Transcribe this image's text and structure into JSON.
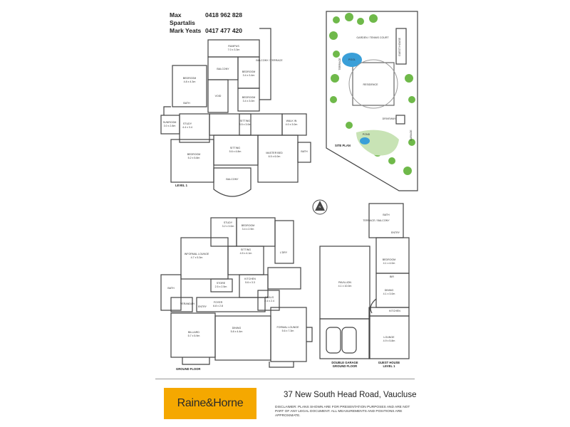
{
  "contacts": [
    {
      "name": "Max Spartalis",
      "phone": "0418 962 828"
    },
    {
      "name": "Mark Yeats",
      "phone": "0417 477 420"
    }
  ],
  "labels": {
    "level1": "LEVEL 1",
    "ground_floor": "GROUND FLOOR",
    "double_garage_1": "DOUBLE GARAGE",
    "double_garage_2": "GROUND FLOOR",
    "guest_house_1": "GUEST HOUSE",
    "guest_house_2": "LEVEL 1",
    "site_plan": "SITE PLAN"
  },
  "rooms_level1": [
    {
      "name": "RUMPUS",
      "size": "7.0 x 3.3m"
    },
    {
      "name": "BALCONY / TERRACE",
      "size": ""
    },
    {
      "name": "BALCONY",
      "size": ""
    },
    {
      "name": "BEDROOM",
      "size": "4.8 x 4.3m"
    },
    {
      "name": "BEDROOM",
      "size": "3.4 x 3.4m"
    },
    {
      "name": "BEDROOM",
      "size": "3.4 x 3.0m"
    },
    {
      "name": "VOID",
      "size": ""
    },
    {
      "name": "BATH",
      "size": ""
    },
    {
      "name": "SITTING",
      "size": "3.5 x 3.0m"
    },
    {
      "name": "WALK IN",
      "size": "4.0 x 3.0m"
    },
    {
      "name": "SUNROOM",
      "size": "3.0 x 2.8m"
    },
    {
      "name": "STUDY",
      "size": "4.4 x 3.4"
    },
    {
      "name": "SITTING",
      "size": "5.6 x 4.8m"
    },
    {
      "name": "BEDROOM",
      "size": "5.2 x 5.8m"
    },
    {
      "name": "MASTER BED",
      "size": "6.5 x 6.0m"
    },
    {
      "name": "BATH",
      "size": ""
    },
    {
      "name": "BALCONY",
      "size": ""
    }
  ],
  "rooms_ground": [
    {
      "name": "STUDY",
      "size": "3.2 x 3.0m"
    },
    {
      "name": "BEDROOM",
      "size": "3.4 x 2.9m"
    },
    {
      "name": "INFORMAL LOUNGE",
      "size": "4.7 x 5.3m"
    },
    {
      "name": "SITTING",
      "size": "4.5 x 4.1m"
    },
    {
      "name": "L'DRY",
      "size": ""
    },
    {
      "name": "KITCHEN",
      "size": "5.6 x 3.3"
    },
    {
      "name": "STORE",
      "size": "2.5 x 2.5m"
    },
    {
      "name": "MEALS",
      "size": "2.4 x 2.4"
    },
    {
      "name": "FOYER",
      "size": "6.8 x 2.8"
    },
    {
      "name": "VERANDAH",
      "size": ""
    },
    {
      "name": "ENTRY",
      "size": ""
    },
    {
      "name": "BATH",
      "size": ""
    },
    {
      "name": "BILLIARD",
      "size": "5.7 x 5.9m"
    },
    {
      "name": "DINING",
      "size": "5.8 x 4.4m"
    },
    {
      "name": "FORMAL LOUNGE",
      "size": "5.6 x 7.3m"
    },
    {
      "name": "PAVILLION",
      "size": "4.1 x 10.0m"
    }
  ],
  "rooms_guest": [
    {
      "name": "BATH",
      "size": ""
    },
    {
      "name": "TERRACE / BALCONY",
      "size": ""
    },
    {
      "name": "ENTRY",
      "size": ""
    },
    {
      "name": "BEDROOM",
      "size": "4.1 x 4.0m"
    },
    {
      "name": "BIR",
      "size": ""
    },
    {
      "name": "DINING",
      "size": "4.1 x 3.0m"
    },
    {
      "name": "KITCHEN",
      "size": ""
    },
    {
      "name": "LOUNGE",
      "size": "4.9 x 5.8m"
    }
  ],
  "site_plan": {
    "garden": "GARDEN / TENNIS COURT",
    "guest_house": "GUEST HOUSE",
    "pool": "POOL",
    "terrace": "TERRACE",
    "residence": "RESIDENCE",
    "driveway": "DRIVEWAY",
    "pond": "POND",
    "garage": "GARAGE"
  },
  "compass": "N",
  "brand": "Raine&Horne",
  "address": "37 New South Head Road, Vaucluse",
  "disclaimer": "DISCLAIMER:  PLANS SHOWN ARE FOR PRESENTATION PURPOSES AND ARE NOT PART OF ANY LEGAL DOCUMENT. ALL MEASUREMENTS AND POSITIONS ARE APPROXIMATE.",
  "colors": {
    "brand_orange": "#f5a800",
    "wall": "#444444",
    "garden_green": "#6fb94a",
    "pool_blue": "#3a9fd8"
  }
}
